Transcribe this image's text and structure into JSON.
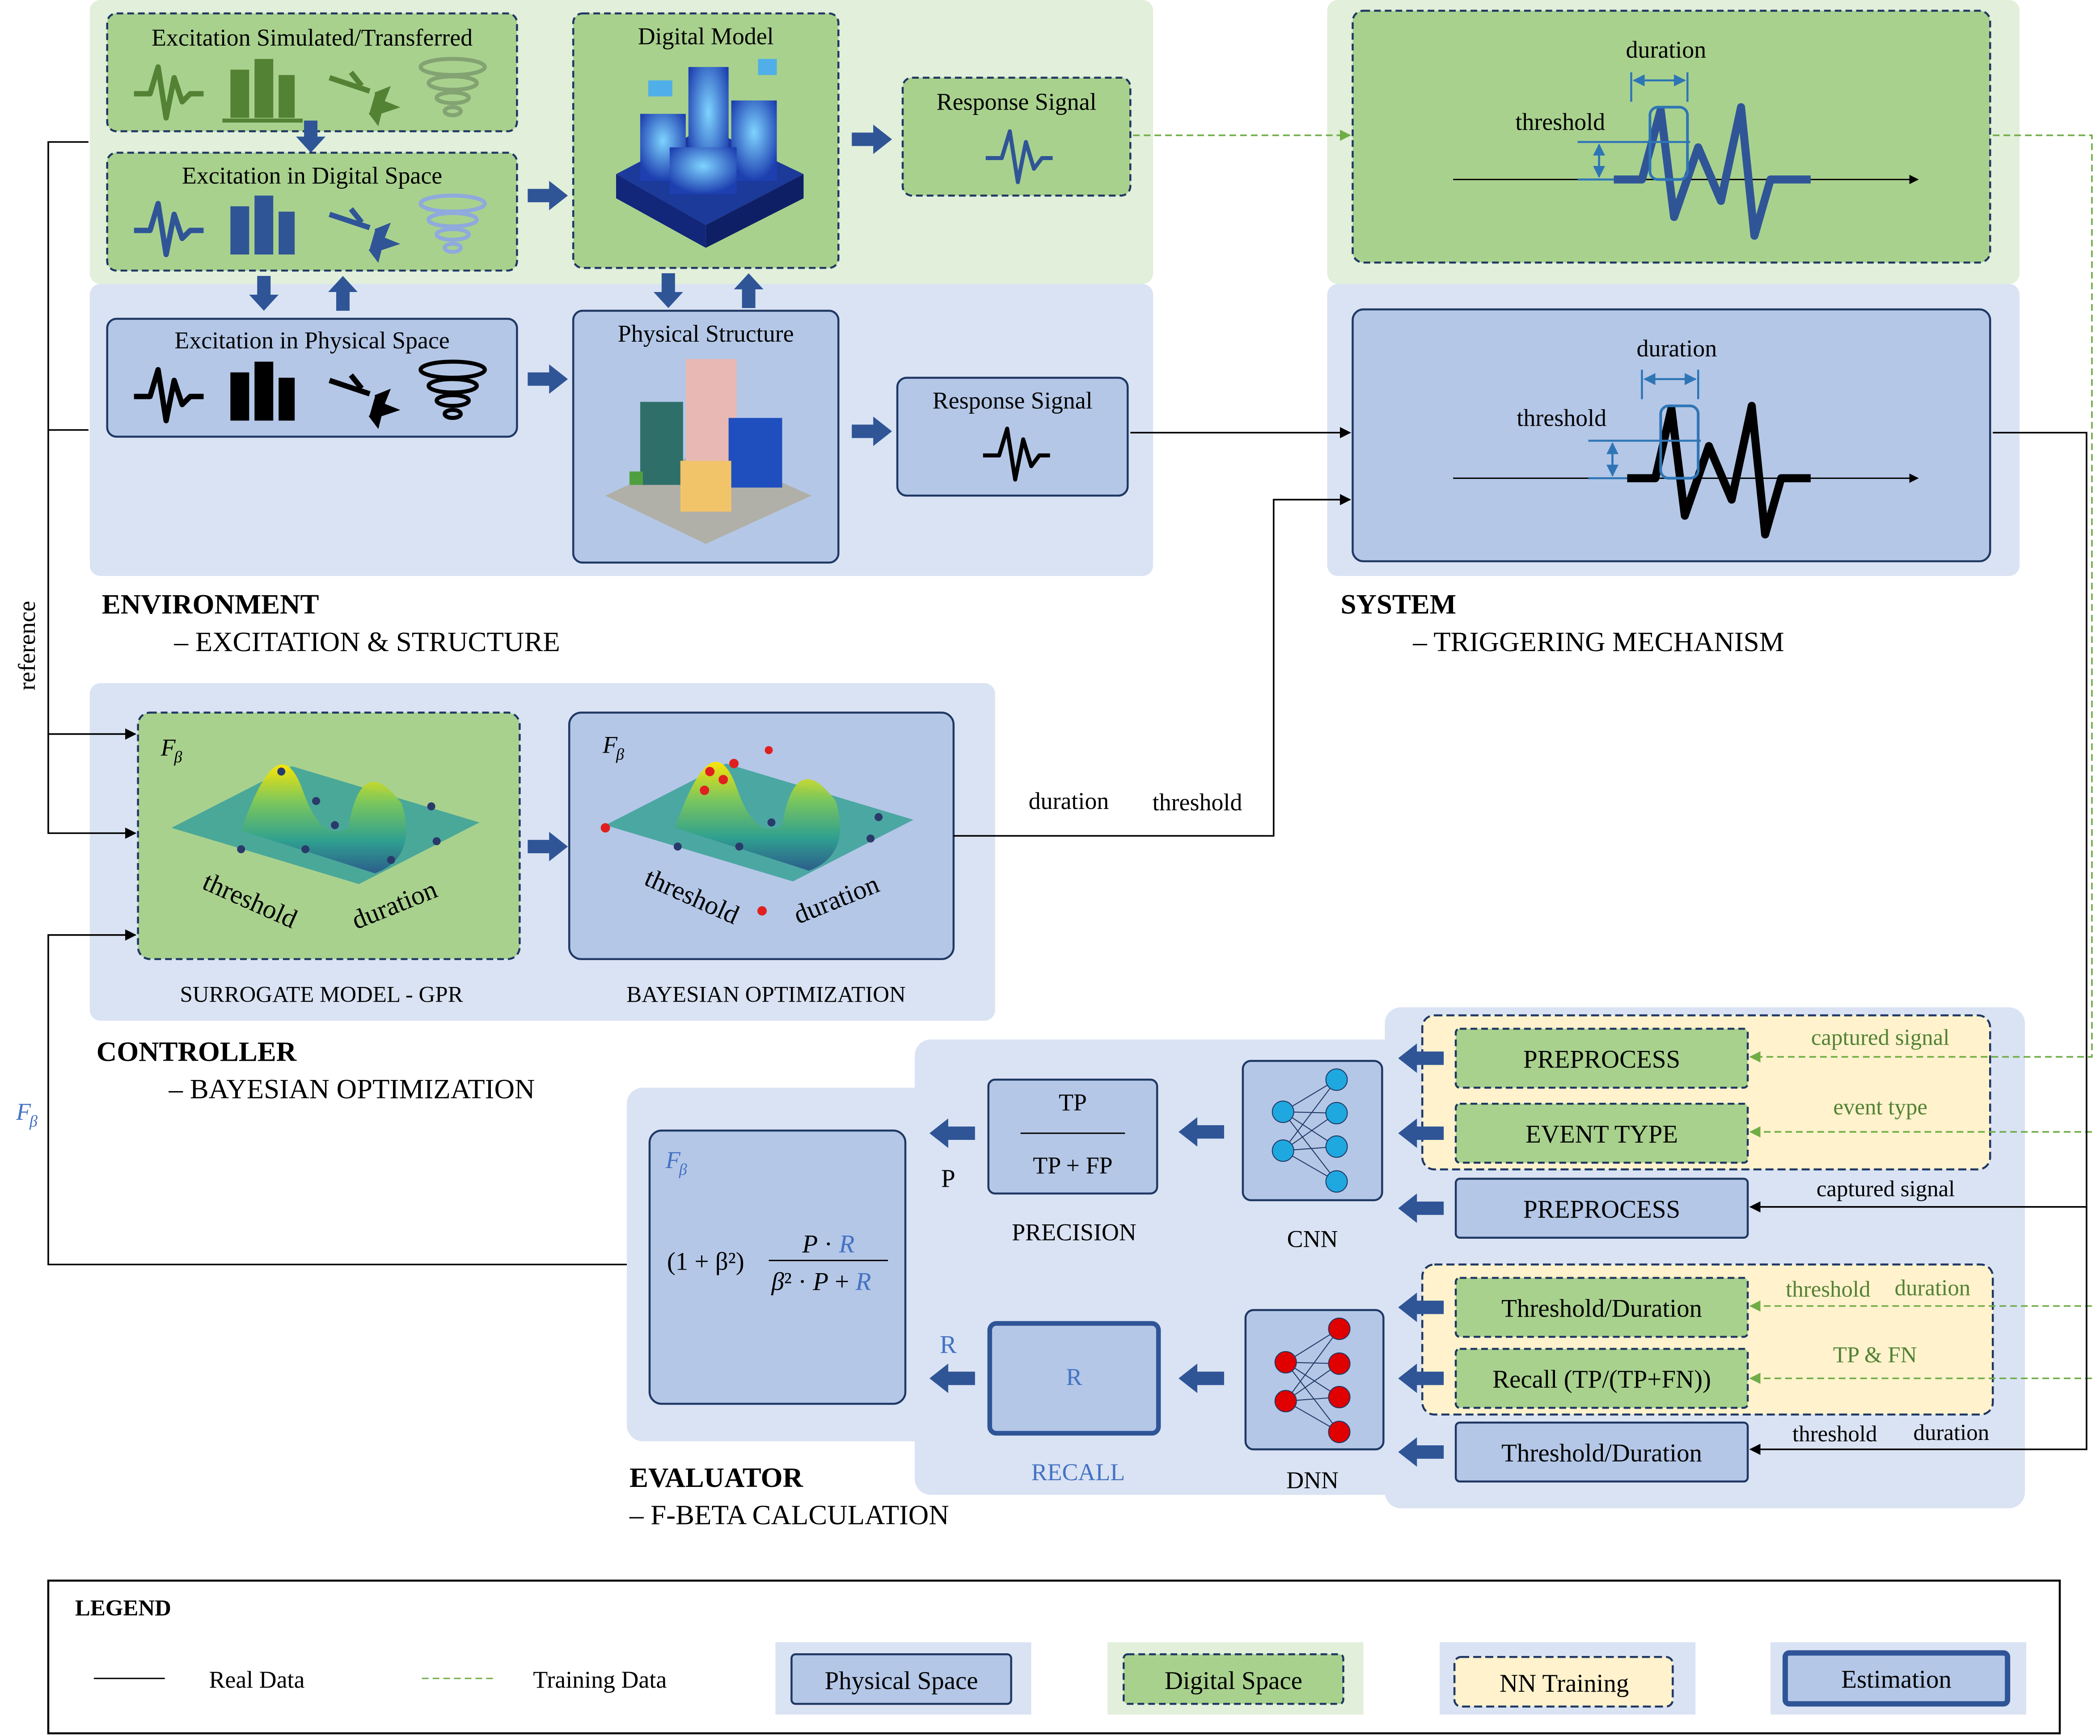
{
  "environment": {
    "excitation_simulated": "Excitation Simulated/Transferred",
    "excitation_digital": "Excitation in Digital Space",
    "excitation_physical": "Excitation in Physical Space",
    "digital_model": "Digital Model",
    "physical_structure": "Physical Structure",
    "response_signal_digital": "Response Signal",
    "response_signal_physical": "Response Signal",
    "title": "ENVIRONMENT",
    "subtitle": "– EXCITATION & STRUCTURE"
  },
  "system": {
    "duration_top": "duration",
    "threshold_top": "threshold",
    "duration_bottom": "duration",
    "threshold_bottom": "threshold",
    "title": "SYSTEM",
    "subtitle": "– TRIGGERING MECHANISM"
  },
  "controller": {
    "fbeta_label": "F",
    "fbeta_sub": "β",
    "surrogate_label": "SURROGATE MODEL - GPR",
    "bayesian_label": "BAYESIAN  OPTIMIZATION",
    "threshold_axis": "threshold",
    "duration_axis": "duration",
    "output_duration": "duration",
    "output_threshold": "threshold",
    "title": "CONTROLLER",
    "subtitle": "– BAYESIAN OPTIMIZATION"
  },
  "evaluator": {
    "precision_num": "TP",
    "precision_den": "TP + FP",
    "precision_label": "PRECISION",
    "recall_box": "R",
    "recall_label": "RECALL",
    "p_label": "P",
    "r_label": "R",
    "cnn_label": "CNN",
    "dnn_label": "DNN",
    "preprocess_1": "PREPROCESS",
    "event_type": "EVENT TYPE",
    "preprocess_2": "PREPROCESS",
    "threshold_duration_1": "Threshold/Duration",
    "recall_formula": "Recall (TP/(TP+FN))",
    "threshold_duration_2": "Threshold/Duration",
    "captured_signal_training": "captured signal",
    "event_type_training": "event type",
    "captured_signal_real": "captured signal",
    "threshold_training": "threshold",
    "duration_training": "duration",
    "tp_fn_training": "TP & FN",
    "threshold_real": "threshold",
    "duration_real": "duration",
    "title": "EVALUATOR",
    "subtitle": "– F-BETA CALCULATION"
  },
  "side": {
    "reference": "reference",
    "fbeta": "F",
    "fbeta_sub": "β"
  },
  "legend": {
    "title": "LEGEND",
    "real_data": "Real Data",
    "training_data": "Training Data",
    "physical_space": "Physical Space",
    "digital_space": "Digital Space",
    "nn_training": "NN Training",
    "estimation": "Estimation"
  },
  "colors": {
    "physical_panel": "#dae3f3",
    "physical_box": "#b4c7e7",
    "digital_panel": "#e2efda",
    "digital_box": "#a9d18e",
    "nn_training": "#fff2cc",
    "arrow": "#2f5597",
    "training_line": "#70ad47",
    "green_text": "#548235",
    "blue_text": "#4472c4"
  }
}
